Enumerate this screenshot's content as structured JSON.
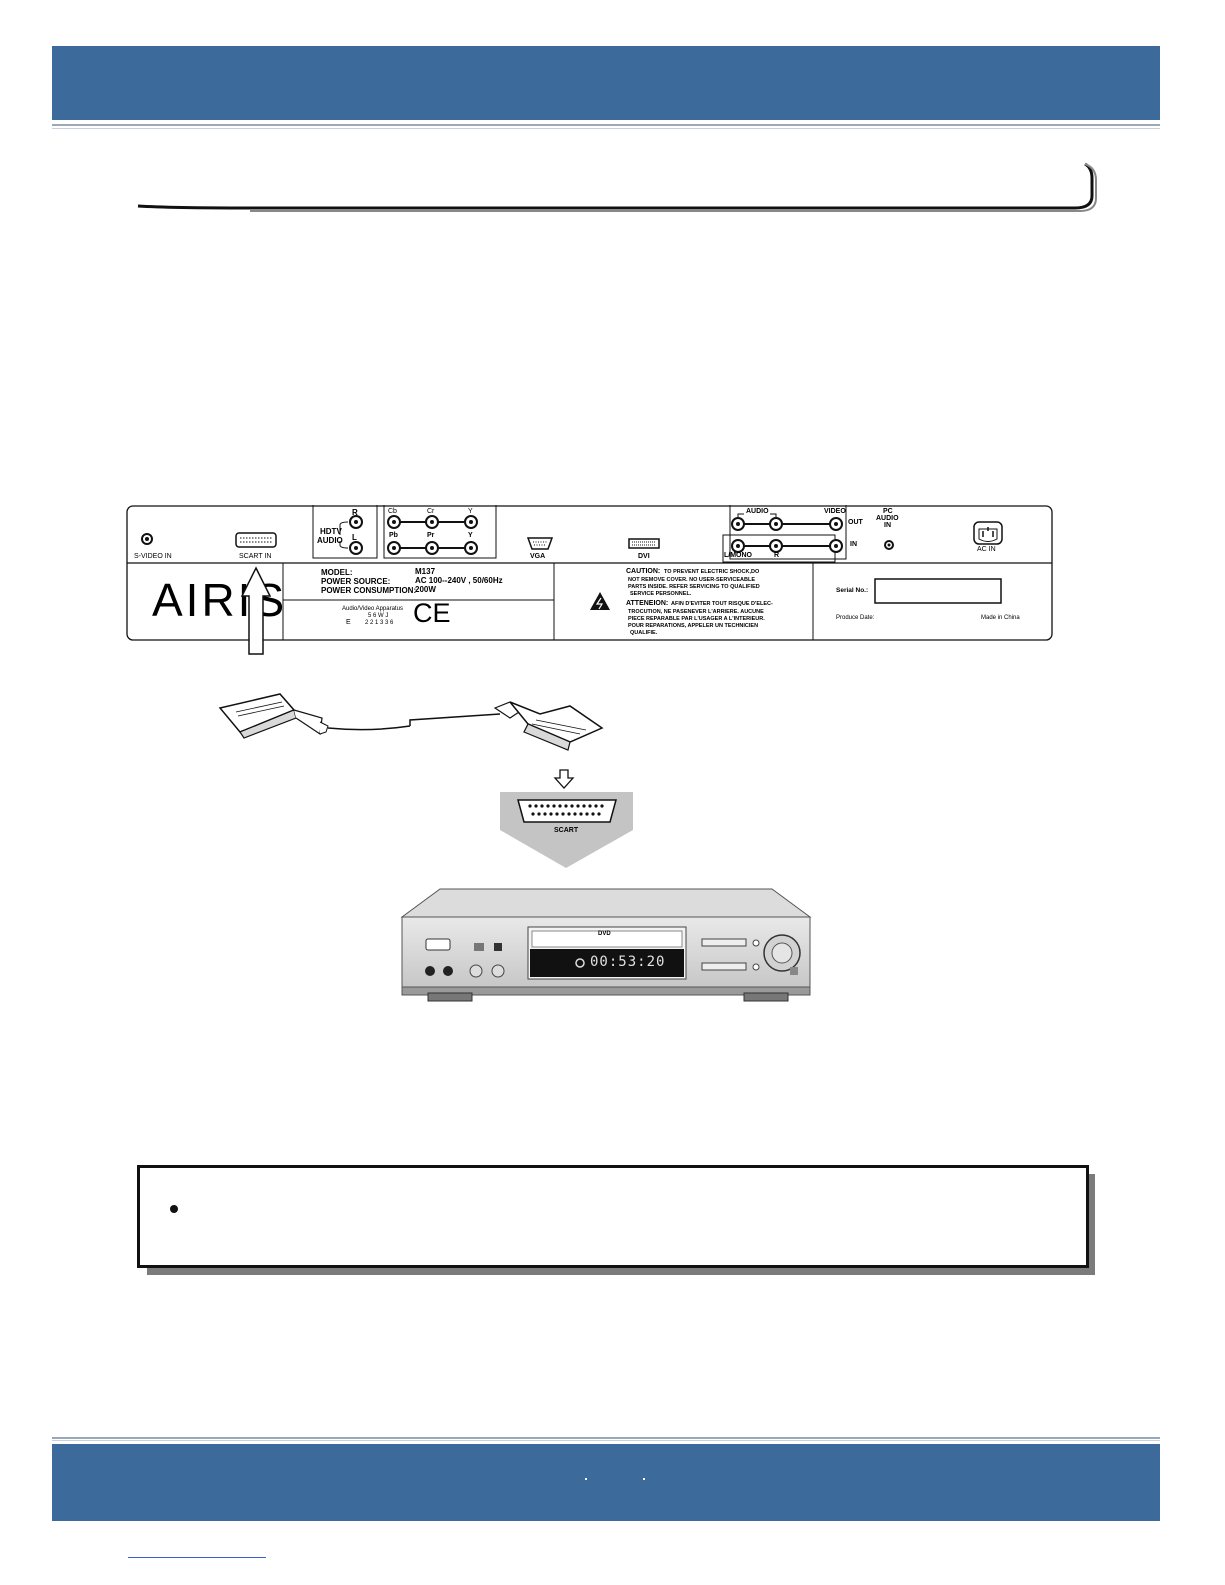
{
  "panel": {
    "connectors": {
      "svideo_in": "S-VIDEO IN",
      "scart_in": "SCART IN",
      "hdtv_audio_1": "HDTV",
      "hdtv_audio_2": "AUDIO",
      "audio_r": "R",
      "audio_l": "L",
      "cb": "Cb",
      "cr": "Cr",
      "y_top": "Y",
      "pb": "Pb",
      "pr": "Pr",
      "y_bottom": "Y",
      "vga": "VGA",
      "dvi": "DVI",
      "audio_out": "AUDIO",
      "video_out": "VIDEO",
      "out": "OUT",
      "in": "IN",
      "l_mono": "L/MONO",
      "r_in": "R",
      "pc_audio_in_1": "PC",
      "pc_audio_in_2": "AUDIO",
      "pc_audio_in_3": "IN",
      "ac_in": "AC  IN"
    },
    "label": {
      "brand": "AIRIS",
      "model_label": "MODEL:",
      "model_value": "M137",
      "power_source_label": "POWER SOURCE:",
      "power_source_value": "AC 100--240V , 50/60Hz",
      "power_consumption_label": "POWER CONSUMPTION:",
      "power_consumption_value": "200W",
      "apparatus": "Audio/Video Apparatus",
      "code1": "5 6 W J",
      "code2_e": "E",
      "code2": "2 2 1 3 3 6",
      "ce_mark": "CE",
      "caution_head": "CAUTION:",
      "caution_1": "TO PREVENT ELECTRIC SHOCK,DO",
      "caution_2": "NOT REMOVE COVER. NO USER-SERVICEABLE",
      "caution_3": "PARTS  INSIDE. REFER SERVICING TO QUALIFIED",
      "caution_4": "SERVICE PERSONNEL.",
      "attention_head": "ATTENEION:",
      "attention_1": "AFIN D'EVITER TOUT RISQUE D'ELEC-",
      "attention_2": "TROCUTION, NE PASENEVER L'ARRIERE. AUCUNE",
      "attention_3": "PIECE REPARABLE PAR L'USAGER A L'INTERIEUR.",
      "attention_4": "POUR REPARATIONS, APPELER UN TECHNICIEN",
      "attention_5": "QUALIFIE.",
      "serial_label": "Serial No.:",
      "produce_date": "Produce Date:",
      "made_in": "Made in China"
    }
  },
  "scart_label": "SCART",
  "dvd_player": {
    "logo": "DVD",
    "display_time": "00:53:20"
  }
}
